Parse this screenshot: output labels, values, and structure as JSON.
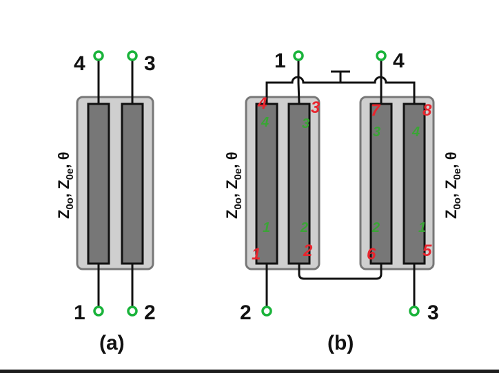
{
  "figure_a": {
    "caption": "(a)",
    "ports": {
      "p1": "1",
      "p2": "2",
      "p3": "3",
      "p4": "4"
    },
    "param": {
      "z0o_main": "Z",
      "z0o_sub": "0o",
      "z0e_main": "Z",
      "z0e_sub": "0e",
      "sep": ", ",
      "theta": "θ"
    }
  },
  "figure_b": {
    "caption": "(b)",
    "ports": {
      "p1": "1",
      "p2": "2",
      "p3": "3",
      "p4": "4"
    },
    "left_coupler": {
      "red": {
        "top_left": "4",
        "top_right": "3",
        "bottom_left": "1",
        "bottom_right": "2"
      },
      "green": {
        "top_left": "4",
        "top_right": "3",
        "bottom_left": "1",
        "bottom_right": "2"
      }
    },
    "right_coupler": {
      "red": {
        "top_left": "7",
        "top_right": "8",
        "bottom_left": "6",
        "bottom_right": "5"
      },
      "green": {
        "top_left": "3",
        "top_right": "4",
        "bottom_left": "2",
        "bottom_right": "1"
      }
    },
    "param": {
      "z0o_main": "Z",
      "z0o_sub": "0o",
      "z0e_main": "Z",
      "z0e_sub": "0e",
      "sep": ", ",
      "theta": "θ"
    }
  },
  "colors": {
    "port_circle": "#19b33a",
    "line": "#111111",
    "substrate": "#cfcfcf",
    "strip": "#777777",
    "red_label": "#e8252e",
    "green_label": "#3aa535"
  }
}
